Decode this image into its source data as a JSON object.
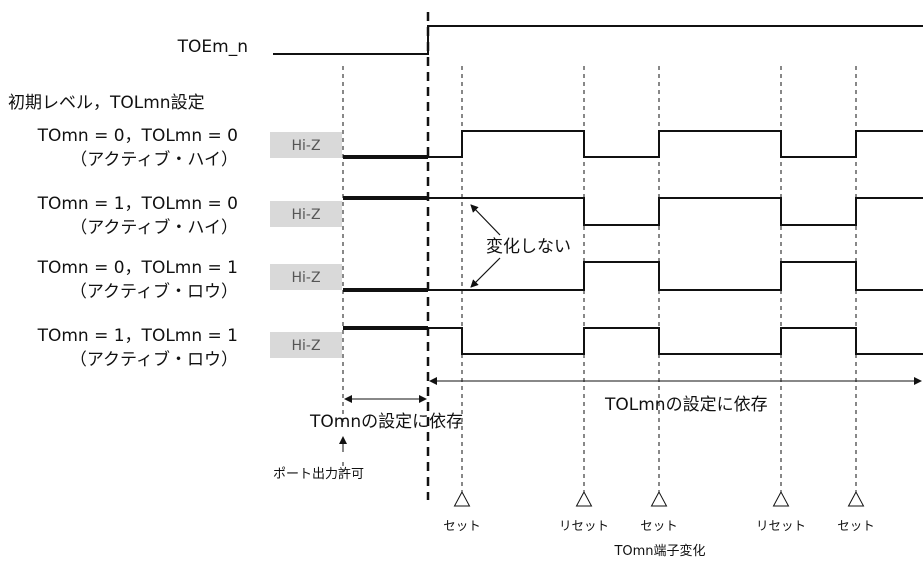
{
  "signal_toe": "TOEm_n",
  "section_heading": "初期レベル，TOLmn設定",
  "rows": [
    {
      "title": "TOmn = 0，TOLmn = 0",
      "subtitle": "（アクティブ・ハイ）",
      "hiz": "Hi-Z"
    },
    {
      "title": "TOmn = 1，TOLmn = 0",
      "subtitle": "（アクティブ・ハイ）",
      "hiz": "Hi-Z"
    },
    {
      "title": "TOmn = 0，TOLmn = 1",
      "subtitle": "（アクティブ・ロウ）",
      "hiz": "Hi-Z"
    },
    {
      "title": "TOmn = 1，TOLmn = 1",
      "subtitle": "（アクティブ・ロウ）",
      "hiz": "Hi-Z"
    }
  ],
  "annotation_no_change": "変化しない",
  "span_tomn": "TOmnの設定に依存",
  "span_tolmn": "TOLmnの設定に依存",
  "port_output_enable": "ポート出力許可",
  "events": [
    {
      "label": "セット"
    },
    {
      "label": "リセット"
    },
    {
      "label": "セット"
    },
    {
      "label": "リセット"
    },
    {
      "label": "セット"
    }
  ],
  "events_caption": "TOmn端子変化"
}
